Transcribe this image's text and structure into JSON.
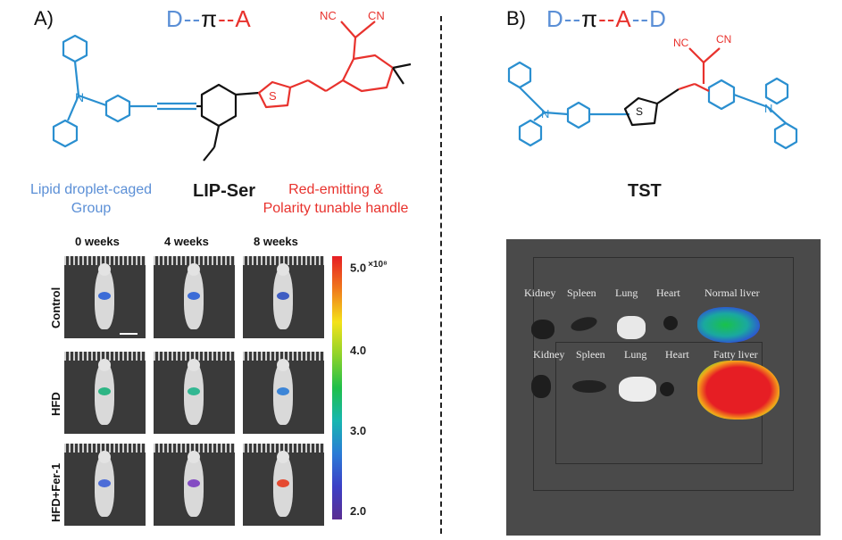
{
  "panel_a": {
    "label": "A)",
    "scheme": {
      "d": "D",
      "pi": "π",
      "a": "A"
    },
    "caption_left": [
      "Lipid droplet-caged",
      "Group"
    ],
    "probe_name": "LIP-Ser",
    "caption_right": [
      "Red-emitting &",
      "Polarity tunable handle"
    ],
    "chem": {
      "nc": "NC",
      "cn": "CN",
      "n": "N",
      "s": "S"
    },
    "grid": {
      "columns": [
        "0 weeks",
        "4 weeks",
        "8 weeks"
      ],
      "rows": [
        "Control",
        "HFD",
        "HFD+Fer-1"
      ]
    },
    "colorbar": {
      "max_label": "5.0",
      "exponent": "×10⁸",
      "ticks": [
        "4.0",
        "3.0",
        "2.0"
      ],
      "colors": [
        "#e61e24",
        "#f07a1c",
        "#f4e21a",
        "#8fd32a",
        "#1fbf4a",
        "#17b6b0",
        "#2a7bd6",
        "#3c3fc6",
        "#5a2d91"
      ]
    }
  },
  "panel_b": {
    "label": "B)",
    "scheme": {
      "d1": "D",
      "pi": "π",
      "a": "A",
      "d2": "D"
    },
    "chem": {
      "nc": "NC",
      "cn": "CN",
      "n": "N",
      "s": "S"
    },
    "probe_name": "TST",
    "organs_top": [
      "Kidney",
      "Spleen",
      "Lung",
      "Heart",
      "Normal liver"
    ],
    "organs_bottom": [
      "Kidney",
      "Spleen",
      "Lung",
      "Heart",
      "Fatty liver"
    ]
  }
}
